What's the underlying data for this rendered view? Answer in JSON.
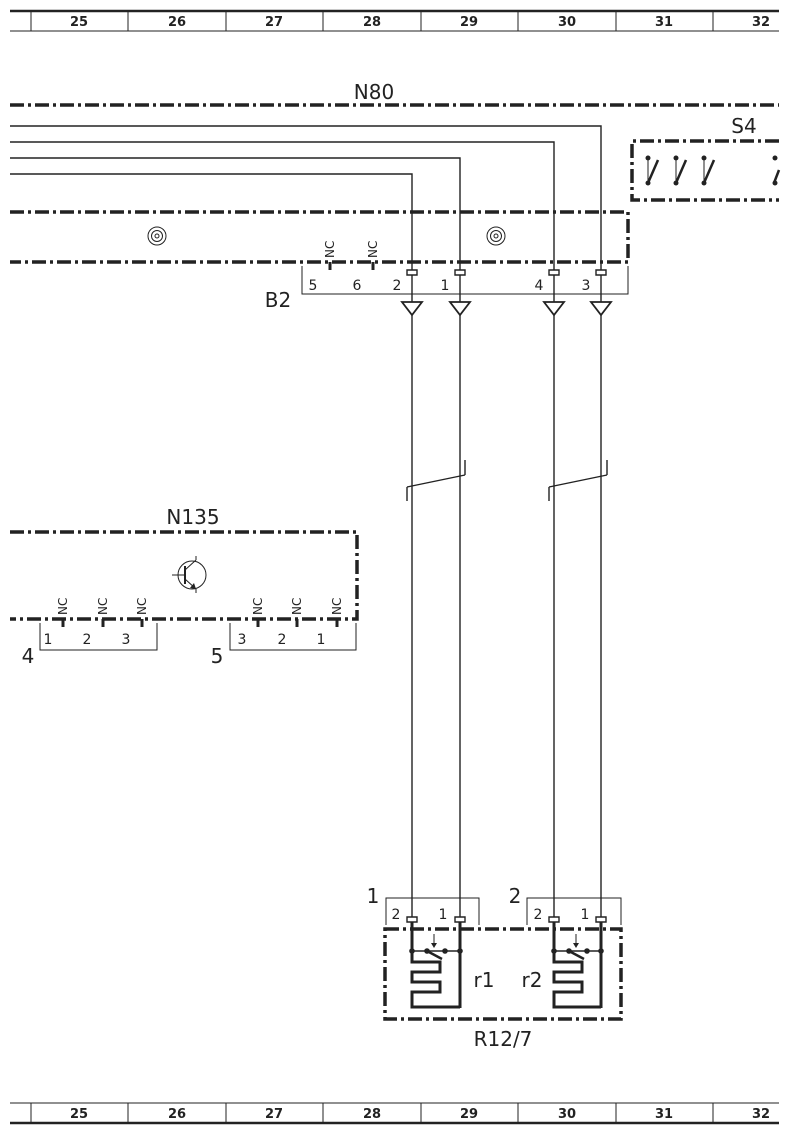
{
  "ruler": {
    "columns": [
      "25",
      "26",
      "27",
      "28",
      "29",
      "30",
      "31",
      "32"
    ]
  },
  "components": {
    "n80": {
      "label": "N80"
    },
    "s4": {
      "label": "S4"
    },
    "b2": {
      "label": "B2",
      "pins": [
        "5",
        "6",
        "2",
        "1",
        "4",
        "3"
      ],
      "nc_labels": [
        "NC",
        "NC"
      ]
    },
    "n135": {
      "label": "N135",
      "connector4": {
        "label": "4",
        "pins": [
          "1",
          "2",
          "3"
        ],
        "nc_labels": [
          "NC",
          "NC",
          "NC"
        ]
      },
      "connector5": {
        "label": "5",
        "pins": [
          "3",
          "2",
          "1"
        ],
        "nc_labels": [
          "NC",
          "NC",
          "NC"
        ]
      }
    },
    "r12_7": {
      "label": "R12/7",
      "connector1": {
        "label": "1",
        "pins": [
          "2",
          "1"
        ]
      },
      "connector2": {
        "label": "2",
        "pins": [
          "2",
          "1"
        ]
      },
      "elements": [
        "r1",
        "r2"
      ]
    }
  }
}
